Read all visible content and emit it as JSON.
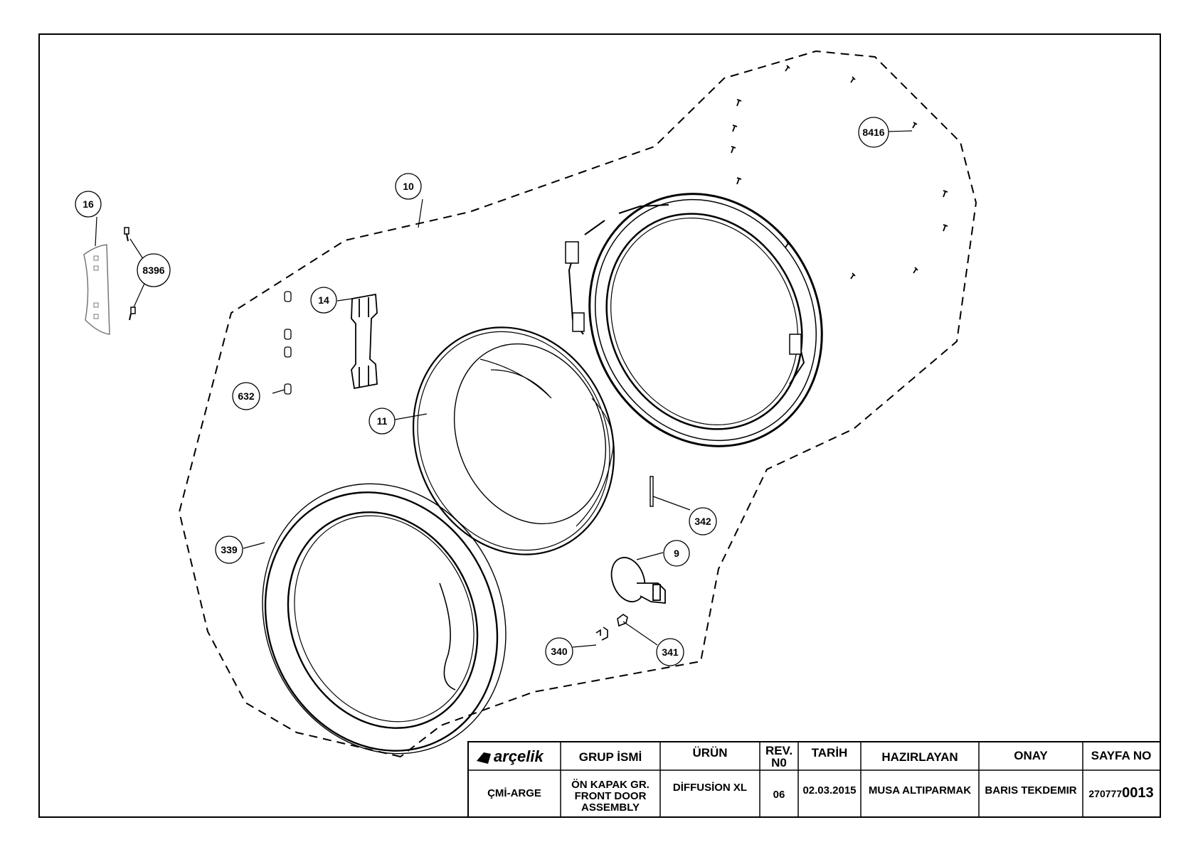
{
  "drawing": {
    "callouts": {
      "c16": "16",
      "c10": "10",
      "c8396": "8396",
      "c14": "14",
      "c632": "632",
      "c11": "11",
      "c339": "339",
      "c8416": "8416",
      "c342": "342",
      "c9": "9",
      "c340": "340",
      "c341": "341"
    }
  },
  "title_block": {
    "logo_text": "arçelik",
    "headers": {
      "group_name": "GRUP İSMİ",
      "product": "ÜRÜN",
      "rev_line1": "REV.",
      "rev_line2": "N0",
      "date": "TARİH",
      "prepared_by": "HAZIRLAYAN",
      "approval": "ONAY",
      "page_no": "SAYFA NO"
    },
    "values": {
      "department": "ÇMİ-ARGE",
      "group_line1": "ÖN KAPAK GR.",
      "group_line2": "FRONT DOOR",
      "group_line3": "ASSEMBLY",
      "product": "DİFFUSİON XL",
      "rev": "06",
      "date": "02.03.2015",
      "prepared_by": "MUSA ALTIPARMAK",
      "approval": "BARIS TEKDEMIR",
      "page_no_prefix": "270777",
      "page_no_suffix": "0013"
    }
  },
  "colors": {
    "line": "#000000",
    "background": "#ffffff",
    "fill": "#ffffff"
  }
}
